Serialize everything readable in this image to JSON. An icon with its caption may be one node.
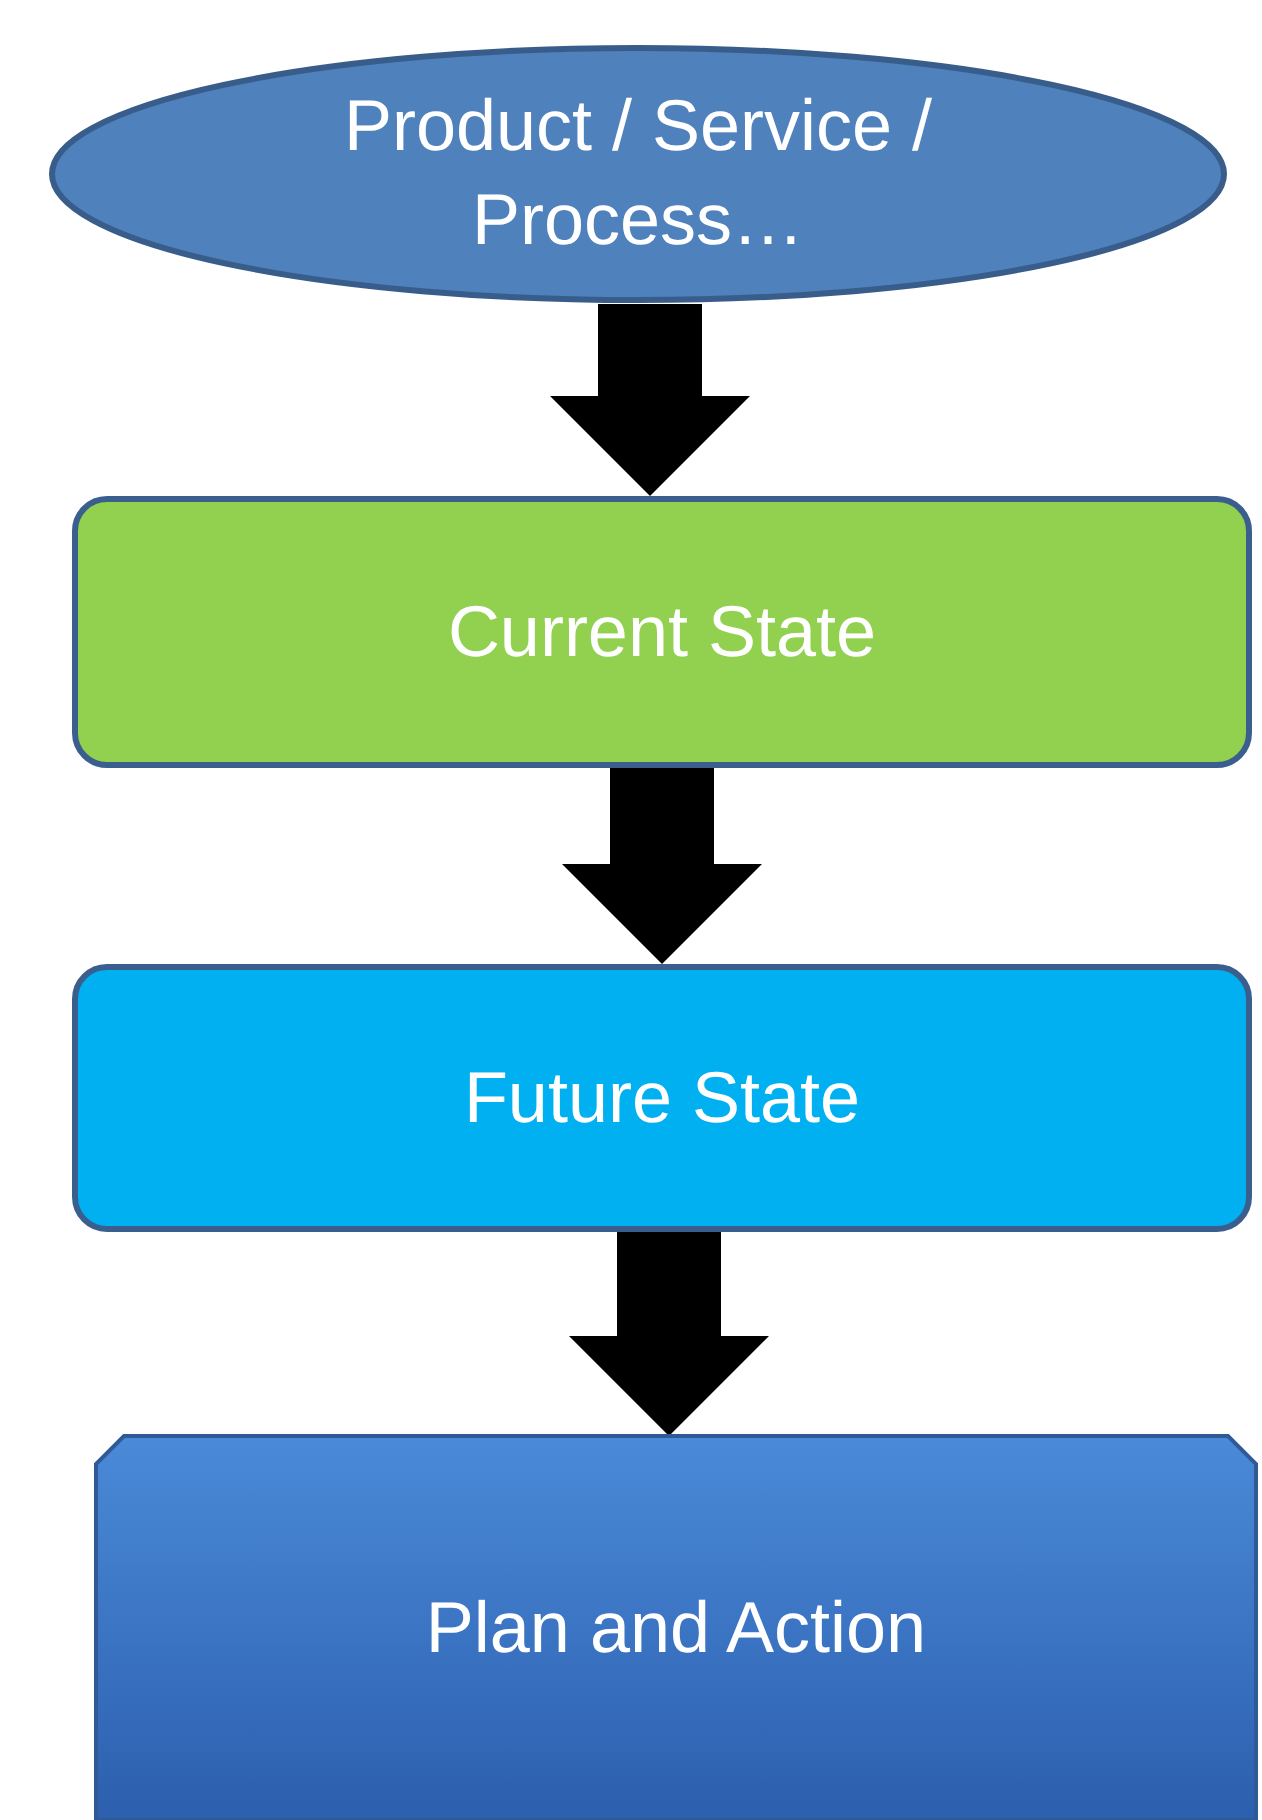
{
  "diagram": {
    "nodes": [
      {
        "text": [
          "Product / Service / Process…"
        ]
      },
      {
        "text": [
          "Current State"
        ]
      },
      {
        "text": [
          "Future State"
        ]
      },
      {
        "text": [
          "Plan and Action"
        ]
      }
    ],
    "edges": [
      {
        "from": 0,
        "to": 1,
        "arrow": "to",
        "style": "thick"
      },
      {
        "from": 1,
        "to": 2,
        "arrow": "to",
        "style": "thick"
      },
      {
        "from": 2,
        "to": 3,
        "arrow": "to",
        "style": "thick"
      }
    ]
  }
}
